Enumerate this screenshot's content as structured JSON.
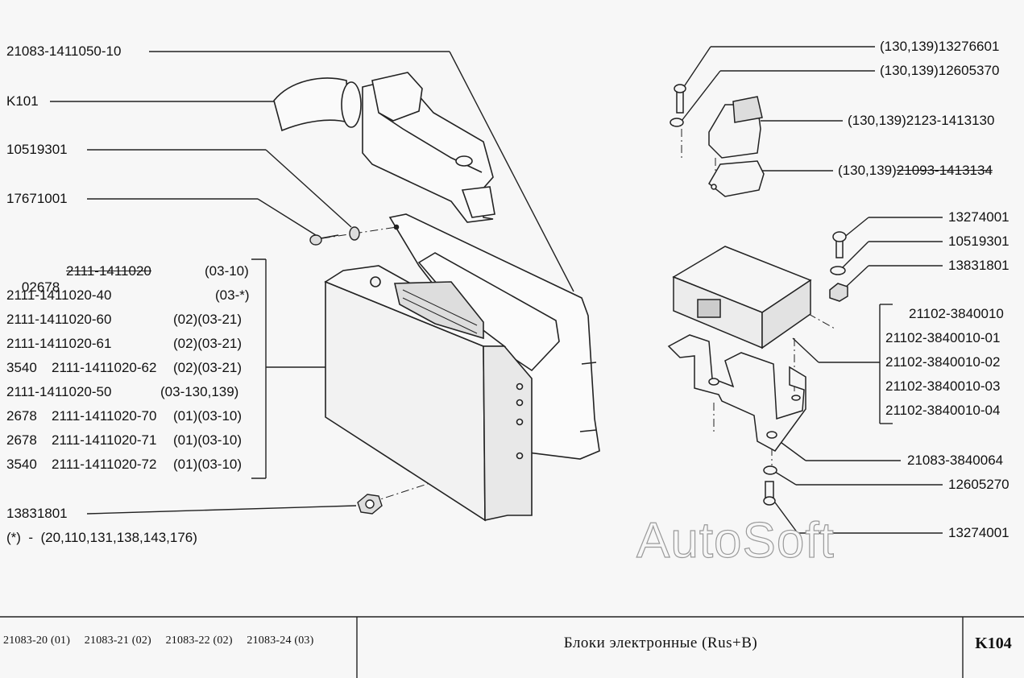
{
  "labels_top": {
    "ecu_housing_part": "21083-1411050-10",
    "k101": "K101",
    "washer_left": "10519301",
    "screw_left": "17671001"
  },
  "ecu_variants": [
    {
      "col1": "02678",
      "part": "2111-1411020",
      "struck": true,
      "note": "(03-10)"
    },
    {
      "col1": "2111-1411020-40",
      "part": "",
      "struck": false,
      "note": "(03-*)"
    },
    {
      "col1": "2111-1411020-60",
      "part": "",
      "struck": false,
      "note": "(02)(03-21)"
    },
    {
      "col1": "2111-1411020-61",
      "part": "",
      "struck": false,
      "note": "(02)(03-21)"
    },
    {
      "col1": "3540",
      "part": "2111-1411020-62",
      "struck": false,
      "note": "(02)(03-21)"
    },
    {
      "col1": "2111-1411020-50",
      "part": "",
      "struck": false,
      "note": "(03-130,139)"
    },
    {
      "col1": "2678",
      "part": "2111-1411020-70",
      "struck": false,
      "note": "(01)(03-10)"
    },
    {
      "col1": "2678",
      "part": "2111-1411020-71",
      "struck": false,
      "note": "(01)(03-10)"
    },
    {
      "col1": "3540",
      "part": "2111-1411020-72",
      "struck": false,
      "note": "(01)(03-10)"
    }
  ],
  "nut_left": "13831801",
  "footnote": "(*)  -  (20,110,131,138,143,176)",
  "labels_right": {
    "screw_top": "(130,139)13276601",
    "washer_top": "(130,139)12605370",
    "sensor": "(130,139)2123-1413130",
    "bracket_struck_prefix": "(130,139)",
    "bracket_struck": "21093-1413134",
    "screw_mid": "13274001",
    "washer_mid": "10519301",
    "nut_mid": "13831801",
    "bracket_lower": "21083-3840064",
    "washer_low": "12605270",
    "screw_low": "13274001"
  },
  "module_variants": [
    "21102-3840010",
    "21102-3840010-01",
    "21102-3840010-02",
    "21102-3840010-03",
    "21102-3840010-04"
  ],
  "watermark": "AutoSoft",
  "footer": {
    "models": [
      "21083-20 (01)",
      "21083-21 (02)",
      "21083-22 (02)",
      "21083-24 (03)"
    ],
    "title": "Блоки электронные (Rus+B)",
    "sheet": "K104"
  }
}
